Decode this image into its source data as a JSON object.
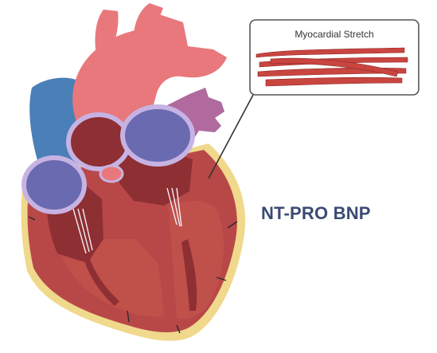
{
  "callout": {
    "title": "Myocardial Stretch"
  },
  "label": {
    "text": "NT-PRO BNP"
  },
  "colors": {
    "label": "#3b4a73",
    "aorta": "#e8787c",
    "vena_cava": "#4a7fb8",
    "pulmonary_veins": "#b06a9e",
    "myocardium": "#b84848",
    "myocardium_dark": "#8e2f33",
    "chamber_interior": "#c0504a",
    "pericardium": "#f0d98c",
    "valve_blue": "#6a6ab0",
    "valve_rim": "#c7b3e3",
    "muscle_fiber": "#c94540",
    "leader_line": "#333333"
  },
  "icons": [
    "heart-cross-section",
    "muscle-fibers"
  ]
}
